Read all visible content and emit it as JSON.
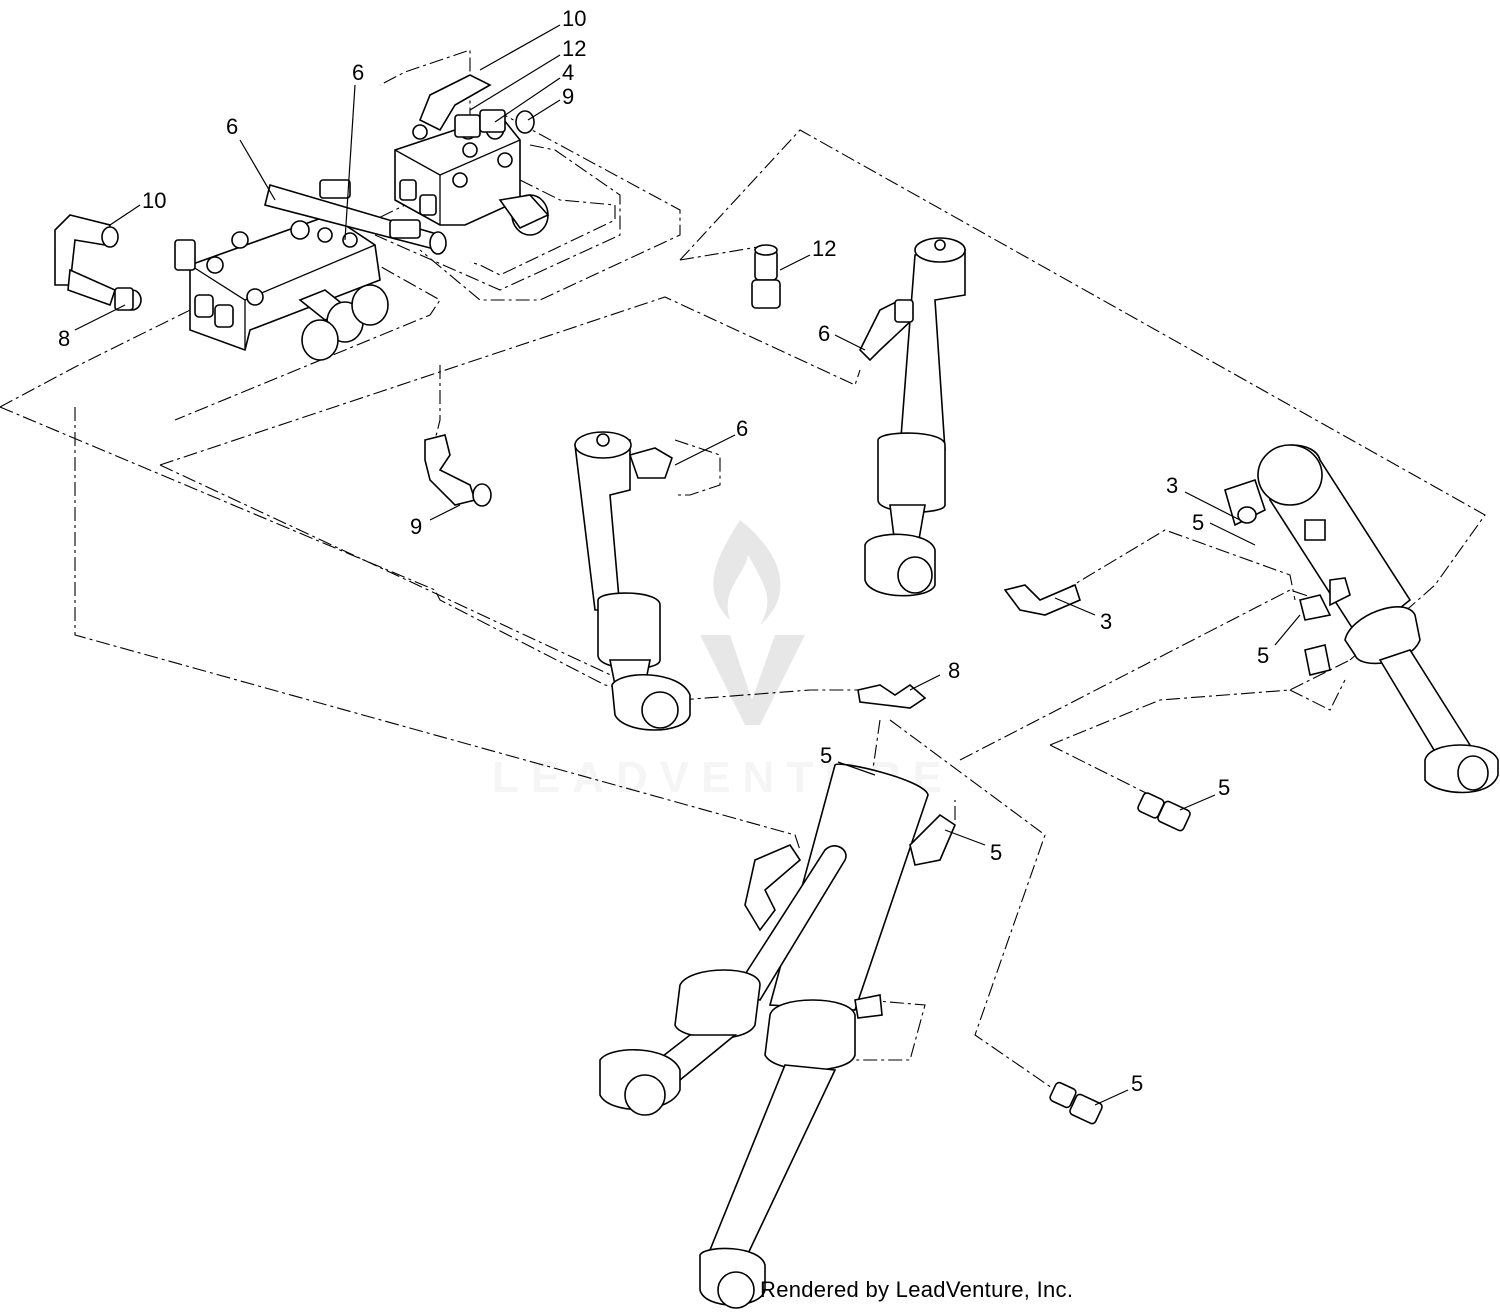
{
  "callouts": [
    {
      "id": "c10a",
      "text": "10"
    },
    {
      "id": "c12a",
      "text": "12"
    },
    {
      "id": "c4a",
      "text": "4"
    },
    {
      "id": "c9a",
      "text": "9"
    },
    {
      "id": "c6a",
      "text": "6"
    },
    {
      "id": "c6b",
      "text": "6"
    },
    {
      "id": "c10b",
      "text": "10"
    },
    {
      "id": "c8a",
      "text": "8"
    },
    {
      "id": "c12b",
      "text": "12"
    },
    {
      "id": "c6c",
      "text": "6"
    },
    {
      "id": "c6d",
      "text": "6"
    },
    {
      "id": "c9b",
      "text": "9"
    },
    {
      "id": "c3a",
      "text": "3"
    },
    {
      "id": "c5a",
      "text": "5"
    },
    {
      "id": "c3b",
      "text": "3"
    },
    {
      "id": "c5b",
      "text": "5"
    },
    {
      "id": "c8b",
      "text": "8"
    },
    {
      "id": "c5c",
      "text": "5"
    },
    {
      "id": "c5d",
      "text": "5"
    },
    {
      "id": "c5e",
      "text": "5"
    },
    {
      "id": "c5f",
      "text": "5"
    }
  ],
  "watermark": {
    "text": "LEADVENTURE"
  },
  "footer": {
    "text": "Rendered by LeadVenture, Inc."
  },
  "colors": {
    "line": "#000000",
    "background": "#ffffff",
    "watermark": "#bdbdbd"
  }
}
